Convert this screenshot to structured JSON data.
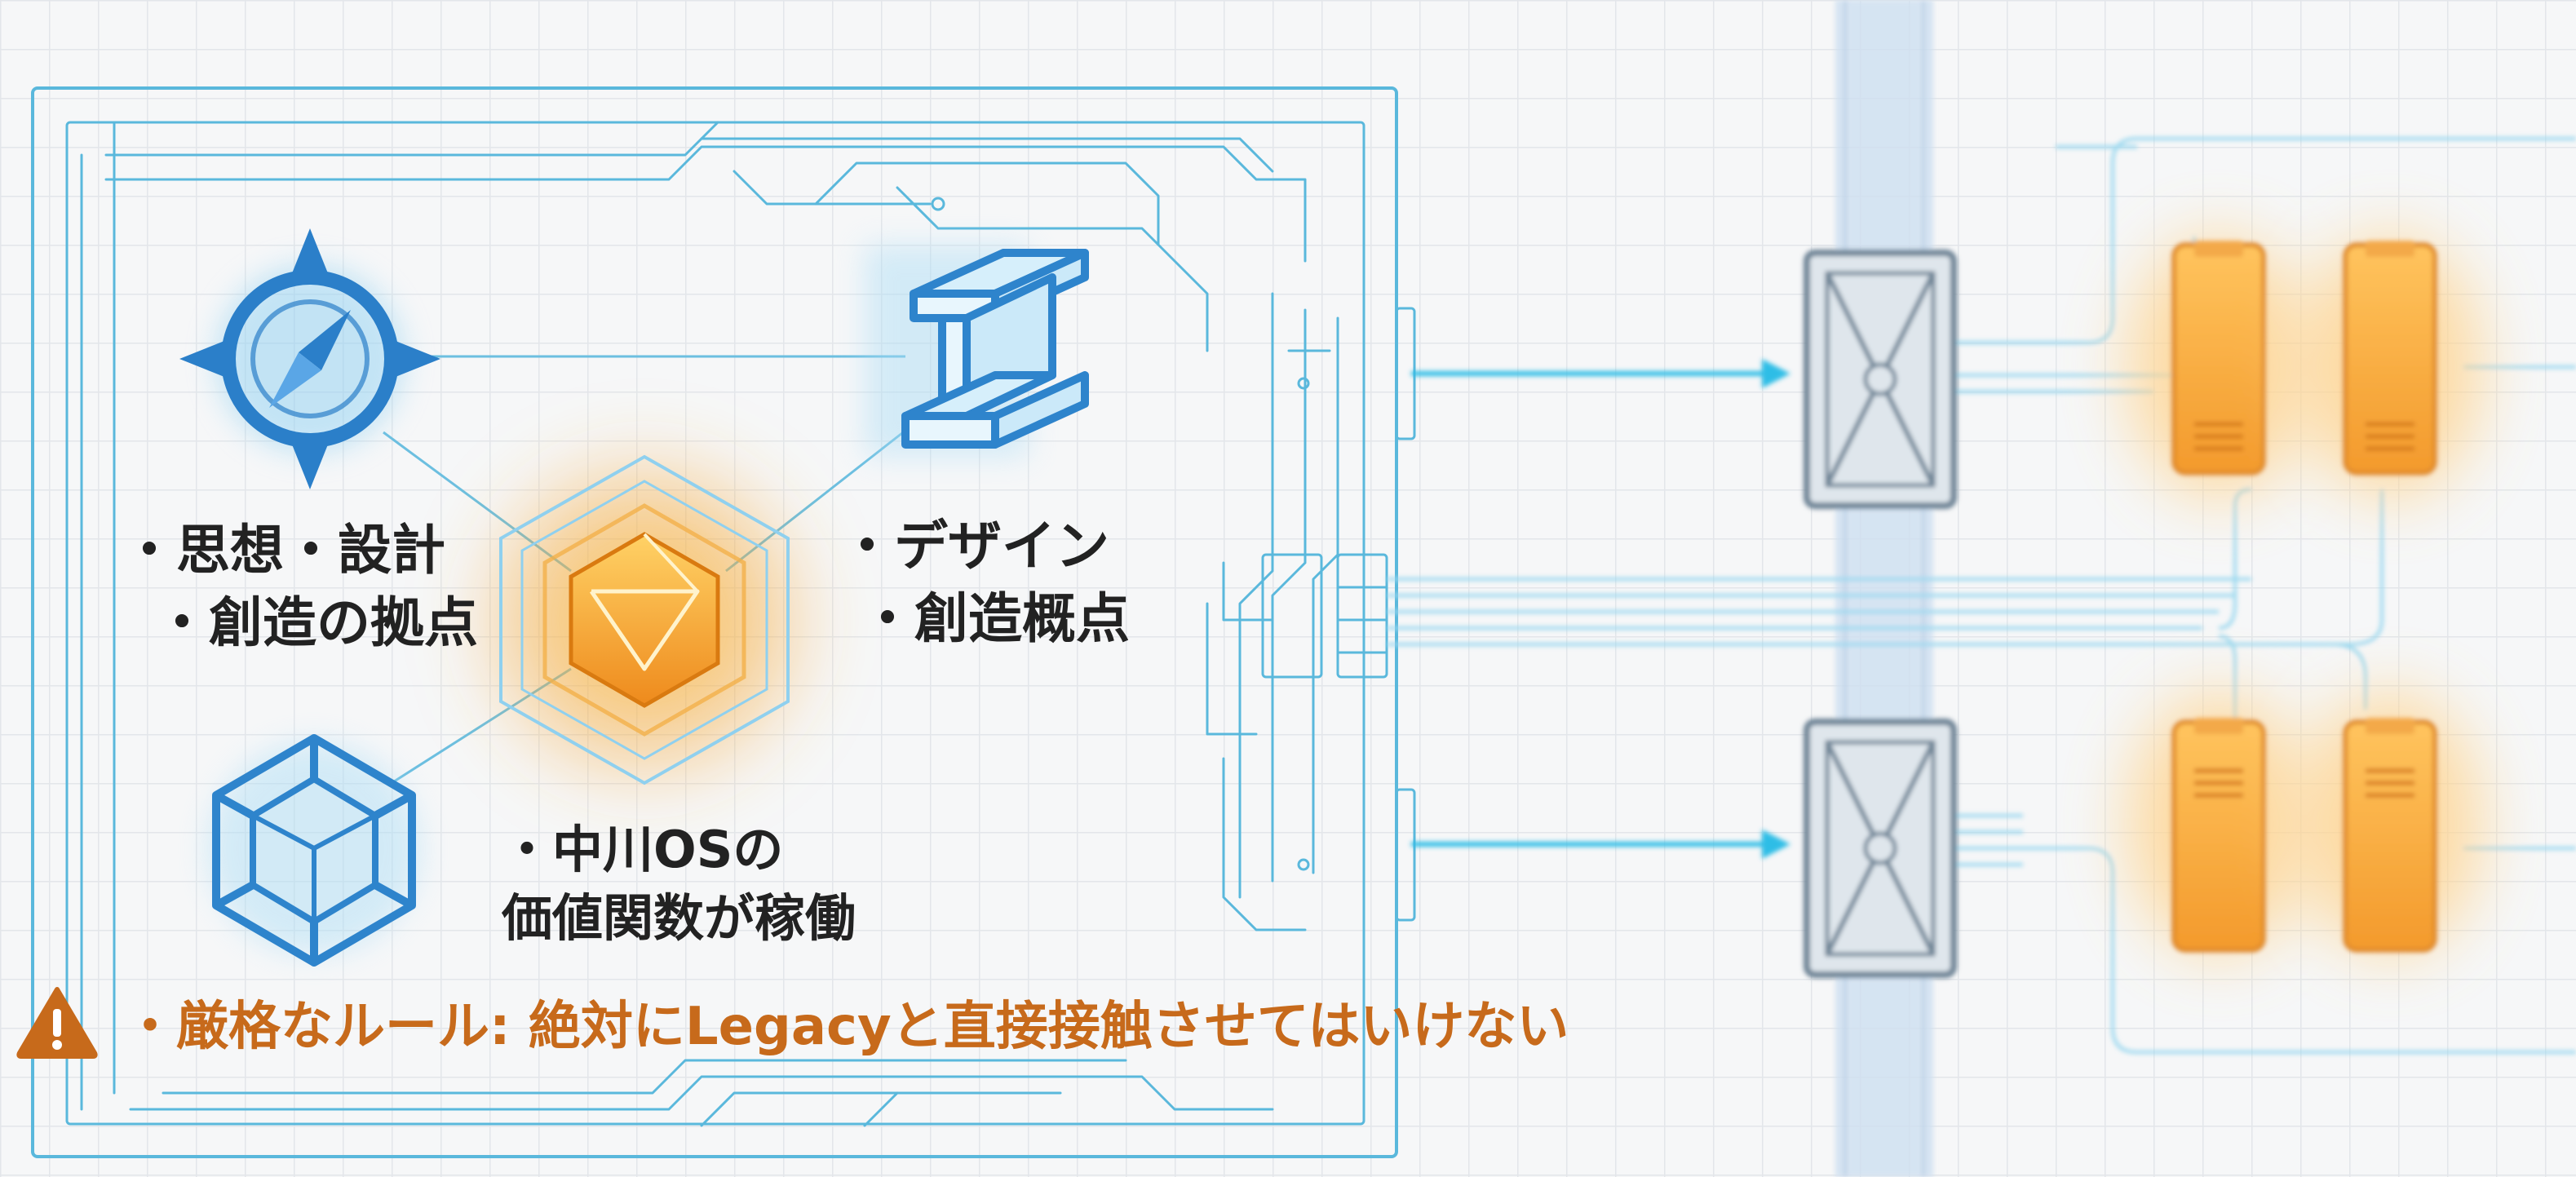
{
  "labels": {
    "left_line1": "・思想・設計",
    "left_line2": "・創造の拠点",
    "right_line1": "・デザイン",
    "right_line2": "・創造概点",
    "bottom_line1": "・中川OSの",
    "bottom_line2": "価値関数が稼働"
  },
  "warning": {
    "text": "・厳格なルール: 絶対にLegacyと直接接触させてはいけない"
  },
  "icons": [
    "compass-icon",
    "i-beam-icon",
    "hexagon-core-icon",
    "wireframe-cube-icon",
    "warning-icon",
    "gateway-module-icon",
    "server-unit-icon"
  ],
  "colors": {
    "circuit": "#4fb3d9",
    "icon_blue": "#2b7fc9",
    "core_orange": "#f2a236",
    "warning": "#c76a1b",
    "flow": "#38c3e8"
  }
}
